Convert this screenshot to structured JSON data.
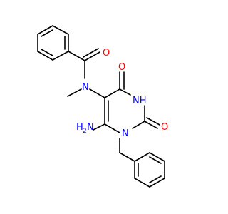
{
  "molecule": {
    "atoms": {
      "o_amide": "O",
      "n_methyl": "N",
      "o_c4": "O",
      "nh_n3": "NH",
      "o_c2": "O",
      "n1": "N",
      "nh2_h": "H",
      "nh2_sub": "2",
      "nh2_n": "N"
    },
    "colors": {
      "bond": "#000000",
      "oxygen": "#ff0000",
      "nitrogen": "#0000ff"
    }
  }
}
